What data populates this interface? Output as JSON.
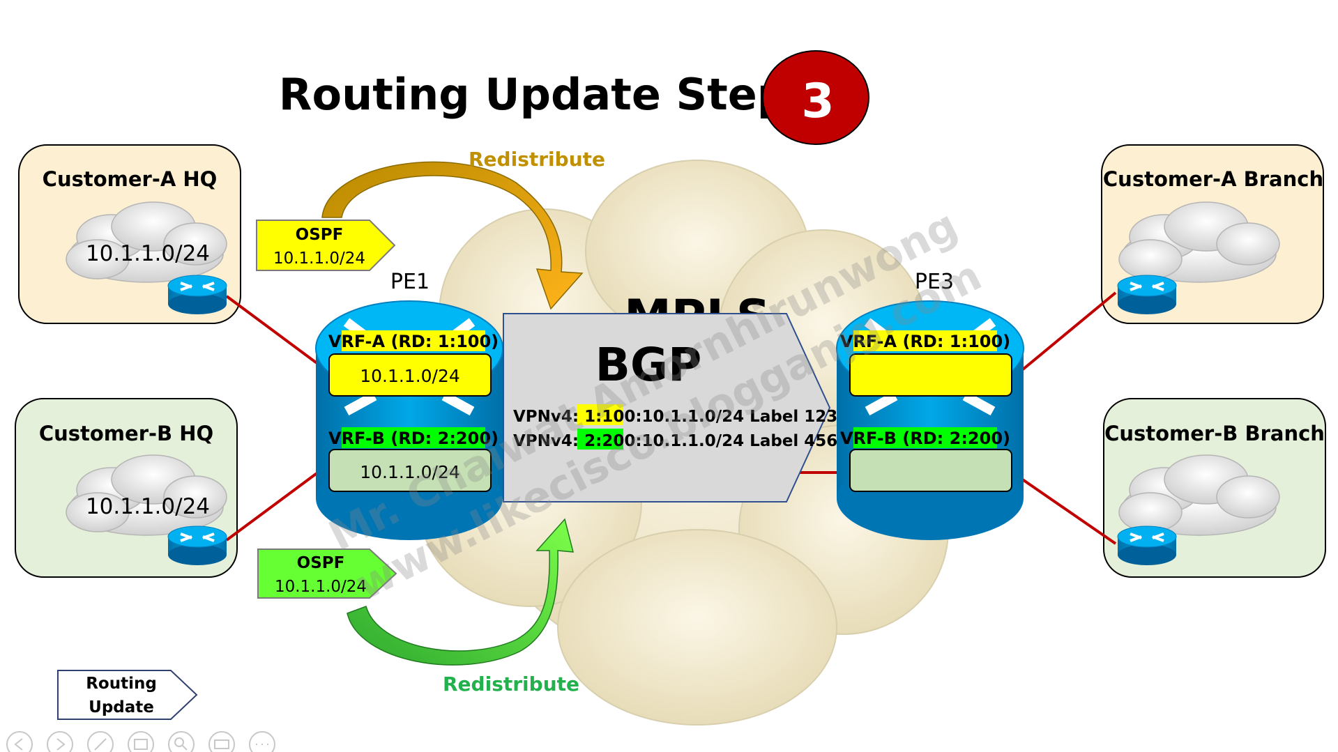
{
  "title": "Routing Update Step",
  "step_number": "3",
  "colors": {
    "title_badge": "#c00000",
    "customer_a_bg": "#fcefd2",
    "customer_b_bg": "#e4f0d9",
    "vrf_a": "#ffff00",
    "vrf_b_label": "#00ff00",
    "vrf_b_box": "#c5e0b4",
    "router_blue": "#00a2e8",
    "link_red": "#c00000",
    "redistribute_gold": "#c09000",
    "redistribute_green": "#22b14c",
    "mpls_cloud": "#f3ead0",
    "bgp_box": "#d9d9d9",
    "ospf_a_tag": "#ffff00",
    "ospf_b_tag": "#66ff33"
  },
  "sites": {
    "a_hq": {
      "label": "Customer-A HQ",
      "network": "10.1.1.0/24"
    },
    "b_hq": {
      "label": "Customer-B HQ",
      "network": "10.1.1.0/24"
    },
    "a_branch": {
      "label": "Customer-A Branch"
    },
    "b_branch": {
      "label": "Customer-B Branch"
    }
  },
  "redistribute_top": "Redistribute",
  "redistribute_bottom": "Redistribute",
  "ospf_a": {
    "protocol": "OSPF",
    "prefix": "10.1.1.0/24"
  },
  "ospf_b": {
    "protocol": "OSPF",
    "prefix": "10.1.1.0/24"
  },
  "pe1": {
    "label": "PE1",
    "vrf_a_label": "VRF-A (RD: 1:100)",
    "vrf_a_route": "10.1.1.0/24",
    "vrf_b_label": "VRF-B (RD: 2:200)",
    "vrf_b_route": "10.1.1.0/24"
  },
  "pe3": {
    "label": "PE3",
    "vrf_a_label": "VRF-A (RD: 1:100)",
    "vrf_b_label": "VRF-B (RD: 2:200)"
  },
  "mpls_label": "MPLS",
  "bgp": {
    "title": "BGP",
    "route1": {
      "prefix_label": "VPNv4: ",
      "rd": "1:100",
      "rest": ":10.1.1.0/24 Label 123"
    },
    "route2": {
      "prefix_label": "VPNv4: ",
      "rd": "2:200",
      "rest": ":10.1.1.0/24 Label 456"
    }
  },
  "watermark": {
    "line1": "Mr. Chaiwat Amornhirunwong",
    "line2": "www.likecisco.blogganjg.com"
  },
  "legend": {
    "line1": "Routing",
    "line2": "Update"
  },
  "slideshow_controls": [
    "prev-icon",
    "next-icon",
    "pen-icon",
    "slides-icon",
    "zoom-icon",
    "subtitles-icon",
    "more-icon"
  ]
}
